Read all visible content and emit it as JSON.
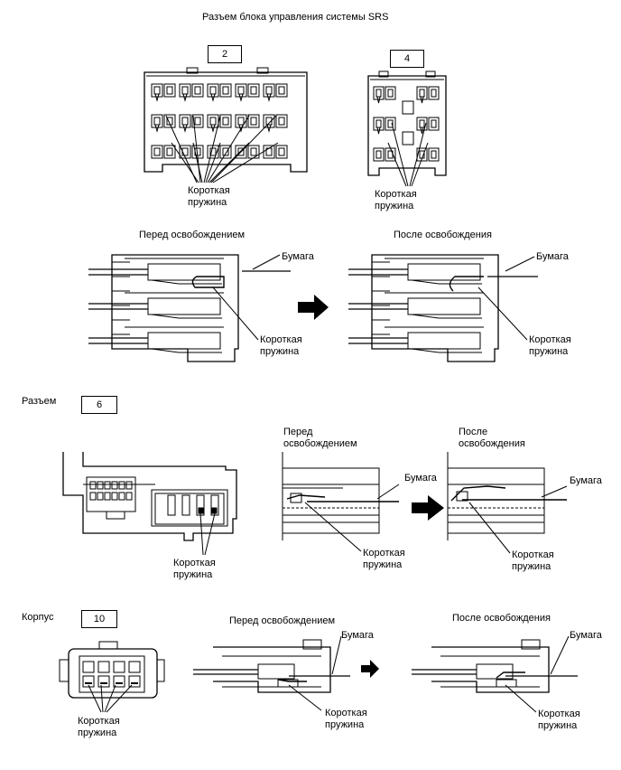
{
  "title": "Разъем блока управления системы SRS",
  "connectors": [
    {
      "number": "2"
    },
    {
      "number": "4"
    },
    {
      "number": "6"
    },
    {
      "number": "10"
    }
  ],
  "labels": {
    "short_spring_line1": "Короткая",
    "short_spring_line2": "пружина",
    "paper": "Бумага",
    "before_release": "Перед освобождением",
    "after_release": "После освобождения",
    "before_line1": "Перед",
    "before_line2": "освобождением",
    "after_line1": "После",
    "after_line2": "освобождения",
    "connector": "Разъем",
    "housing": "Корпус"
  },
  "colors": {
    "line": "#000000",
    "fill": "#ffffff",
    "arrow": "#000000"
  }
}
